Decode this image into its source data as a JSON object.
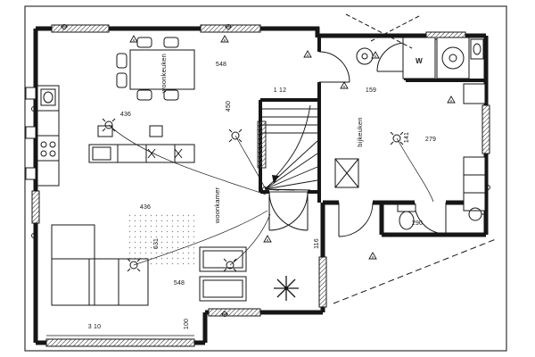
{
  "colors": {
    "ink": "#161616",
    "paper": "#ffffff"
  },
  "rooms": {
    "woonkeuken": {
      "label": "woonkeuken",
      "dim_top": "548",
      "dim_left": "436",
      "dim_depth": "450"
    },
    "woonkamer": {
      "label": "woonkamer",
      "dim_top": "436",
      "dim_depth": "631",
      "dim_w": "548",
      "bay_w": "3 10",
      "bay_d": "100"
    },
    "bijkeuken": {
      "label": "bijkeuken",
      "dim_top": "159",
      "dim_w": "279",
      "dim_d": "141"
    },
    "hall": {
      "dim_w": "1 12",
      "dim_d": "116"
    },
    "toilet": {
      "dim_w": "290"
    }
  },
  "appliances": {
    "washer_label": "W"
  }
}
